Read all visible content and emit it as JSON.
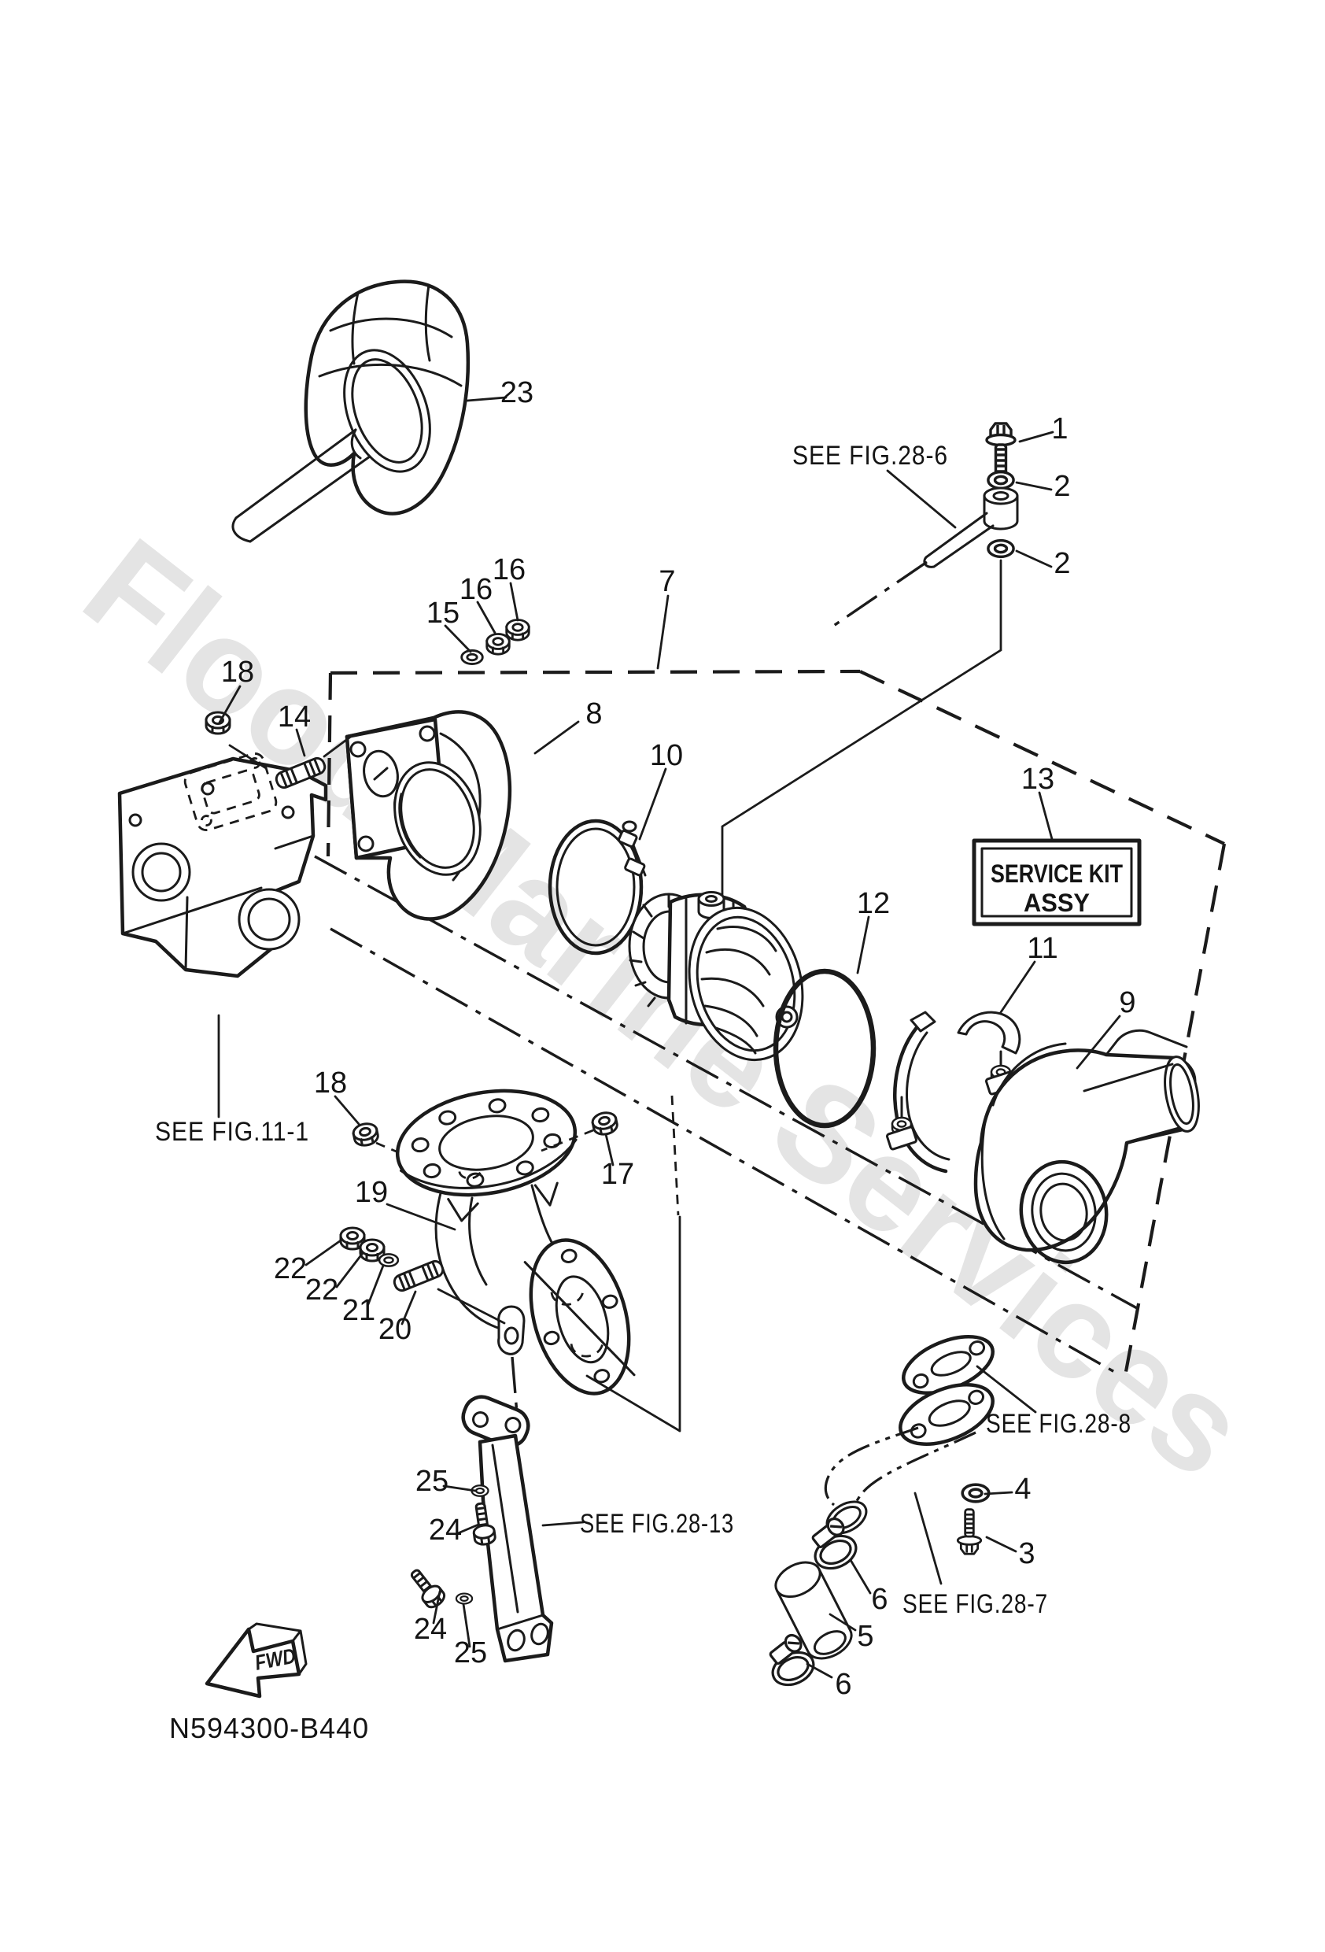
{
  "figure": {
    "watermark": "Flood Marine Services",
    "drawing_number": "N594300-B440",
    "fwd_label": "FWD",
    "service_kit": {
      "line1": "SERVICE KIT",
      "line2": "ASSY"
    },
    "references": {
      "fig11_1": "SEE FIG.11-1",
      "fig28_6": "SEE FIG.28-6",
      "fig28_7": "SEE FIG.28-7",
      "fig28_8": "SEE FIG.28-8",
      "fig28_13": "SEE FIG.28-13"
    },
    "callouts": {
      "n1": "1",
      "n2": "2",
      "n3": "3",
      "n4": "4",
      "n5": "5",
      "n6": "6",
      "n7": "7",
      "n8": "8",
      "n9": "9",
      "n10": "10",
      "n11": "11",
      "n12": "12",
      "n13": "13",
      "n14": "14",
      "n15": "15",
      "n16": "16",
      "n17": "17",
      "n18": "18",
      "n19": "19",
      "n20": "20",
      "n21": "21",
      "n22": "22",
      "n23": "23",
      "n24": "24",
      "n25": "25"
    }
  }
}
